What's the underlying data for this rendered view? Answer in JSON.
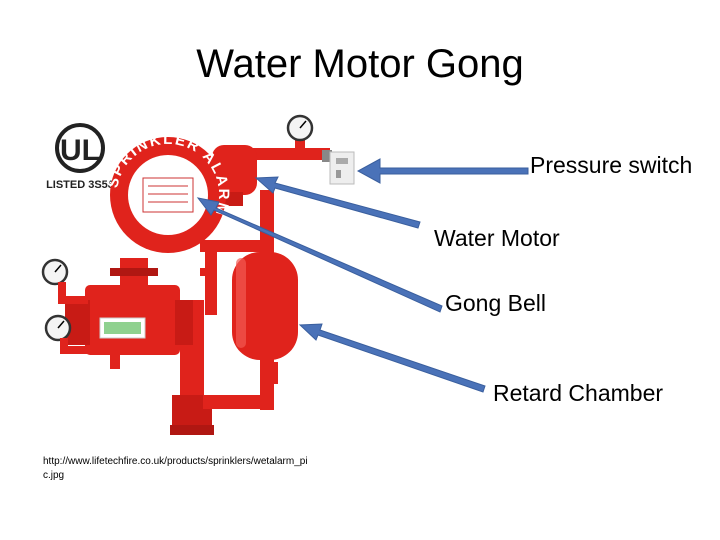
{
  "title": "Water Motor Gong",
  "labels": {
    "pressure_switch": "Pressure switch",
    "water_motor": "Water Motor",
    "gong_bell": "Gong Bell",
    "retard_chamber": "Retard Chamber"
  },
  "logo": {
    "mark": "UL",
    "listed": "LISTED 3S58"
  },
  "bell_face": {
    "ring_text": "SPRINKLER ALARM"
  },
  "source_url": "http://www.lifetechfire.co.uk/products/sprinklers/wetalarm_pic.jpg",
  "colors": {
    "equipment_red": "#e0231c",
    "arrow_blue": "#4a72b8",
    "gauge_face": "#f4f4f4"
  }
}
